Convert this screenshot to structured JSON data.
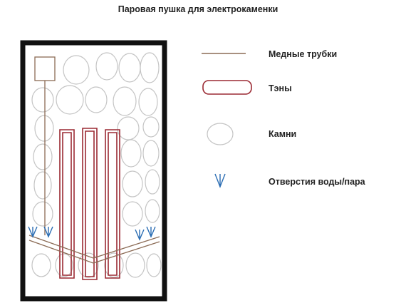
{
  "title": "Паровая пушка для электрокаменки",
  "legend": [
    {
      "key": "copper",
      "label": "Медные трубки"
    },
    {
      "key": "heater",
      "label": "Тэны"
    },
    {
      "key": "stone",
      "label": "Камни"
    },
    {
      "key": "nozzle",
      "label": "Отверстия воды/пара"
    }
  ],
  "colors": {
    "copper": "#8b6b55",
    "heater": "#9b2a33",
    "stone": "#bfbfbf",
    "nozzle": "#2a6db3",
    "frame": "#111111"
  }
}
